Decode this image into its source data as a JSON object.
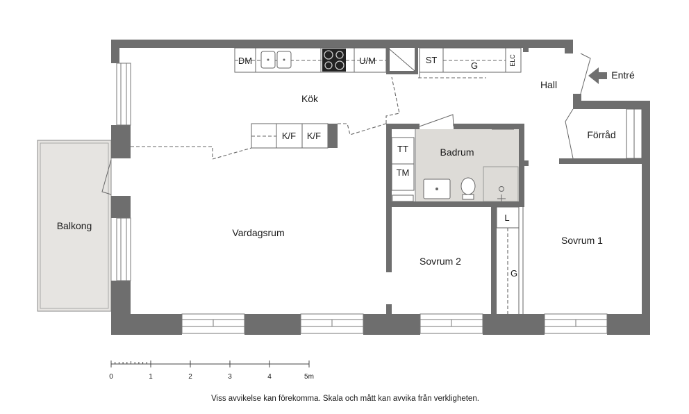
{
  "rooms": {
    "kitchen": "Kök",
    "hall": "Hall",
    "entrance": "Entré",
    "storage": "Förråd",
    "bathroom": "Badrum",
    "balcony": "Balkong",
    "living_room": "Vardagsrum",
    "bedroom_2": "Sovrum 2",
    "bedroom_1": "Sovrum 1"
  },
  "fixtures": {
    "dishwasher": "DM",
    "oven_micro": "U/M",
    "storage_cabinet": "ST",
    "wardrobe": "G",
    "electric_cabinet": "ELC",
    "fridge_freezer_1": "K/F",
    "fridge_freezer_2": "K/F",
    "dryer": "TT",
    "washer": "TM",
    "linen": "L",
    "wardrobe_bedroom": "G"
  },
  "scale": {
    "ticks": [
      "0",
      "1",
      "2",
      "3",
      "4",
      "5m"
    ]
  },
  "note": "Viss avvikelse kan förekomma. Skala och mått kan avvika från verkligheten."
}
